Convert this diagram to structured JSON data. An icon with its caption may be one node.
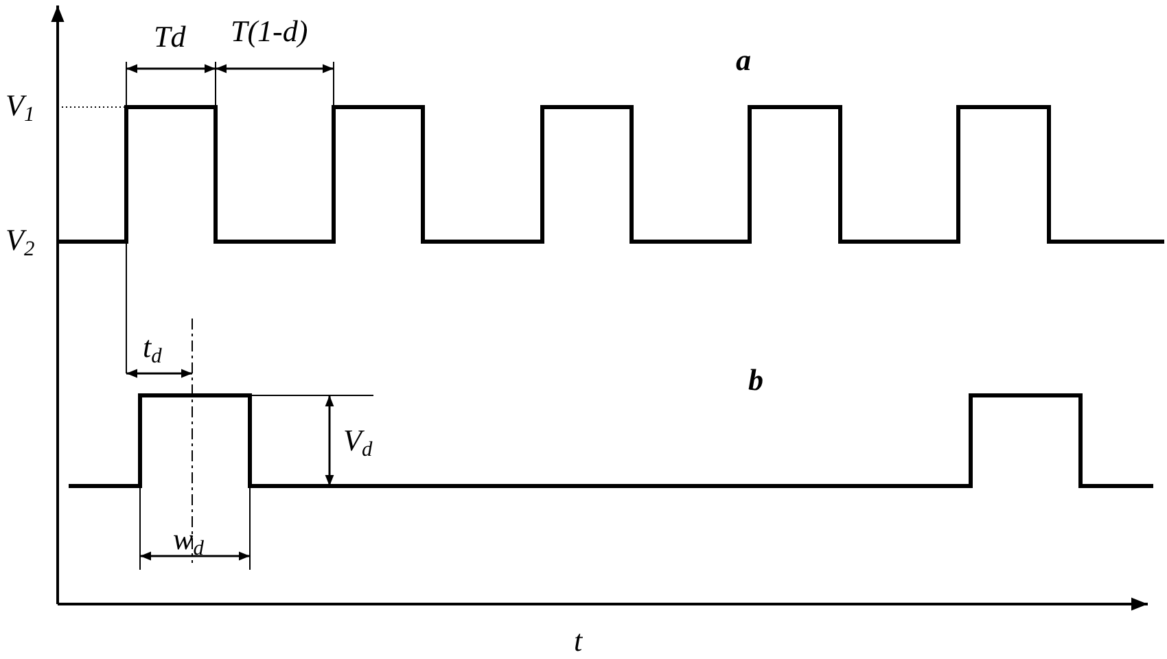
{
  "diagram": {
    "labels": [
      "Td",
      "T(1-d)",
      "a",
      "V$_{1}$",
      "V$_{2}$",
      "t$_{d}$",
      "b",
      "V$_{d}$",
      "w$_{d}$",
      "t"
    ]
  }
}
